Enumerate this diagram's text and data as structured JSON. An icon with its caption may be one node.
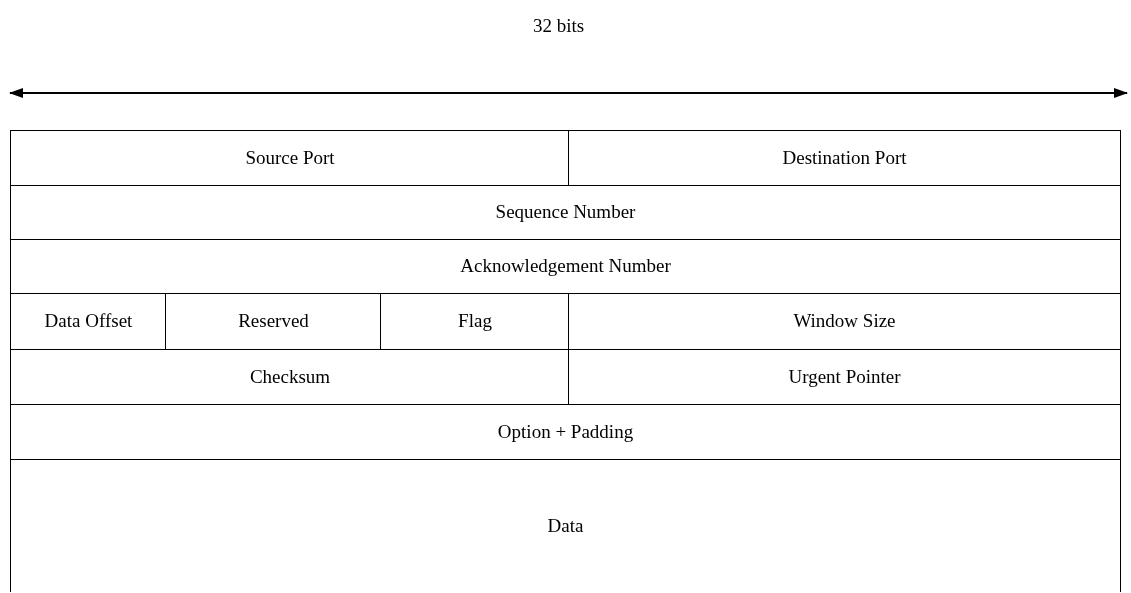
{
  "diagram": {
    "nodes": [
      {
        "text": [
          "Source Port"
        ]
      },
      {
        "text": [
          "Destination Port"
        ]
      },
      {
        "text": [
          "Sequence Number"
        ]
      },
      {
        "text": [
          "Acknowledgement Number"
        ]
      },
      {
        "text": [
          "Data Offset"
        ]
      },
      {
        "text": [
          "Reserved"
        ]
      },
      {
        "text": [
          "Flag"
        ]
      },
      {
        "text": [
          "Window Size"
        ]
      },
      {
        "text": [
          "Checksum"
        ]
      },
      {
        "text": [
          "Urgent Pointer"
        ]
      },
      {
        "text": [
          "Option + Padding"
        ]
      },
      {
        "text": [
          "Data"
        ]
      }
    ],
    "labels": [
      "32 bits"
    ]
  }
}
